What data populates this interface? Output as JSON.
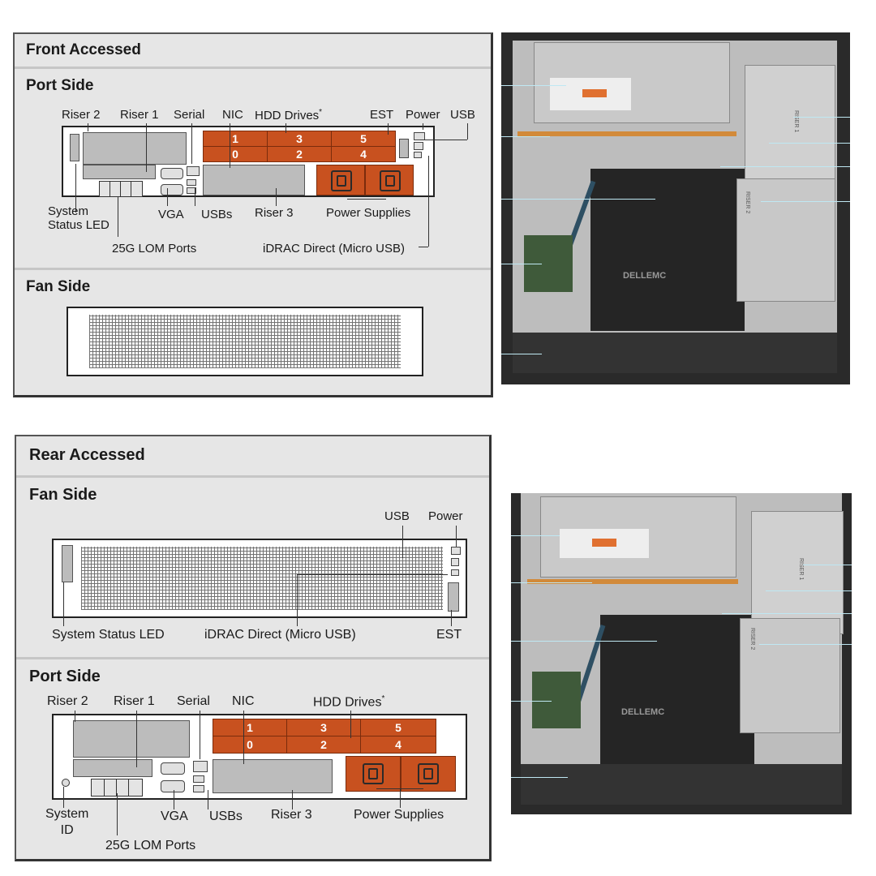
{
  "front": {
    "title": "Front Accessed",
    "port_side": {
      "title": "Port Side",
      "labels": {
        "riser2": "Riser 2",
        "riser1": "Riser 1",
        "serial": "Serial",
        "nic": "NIC",
        "hdd": "HDD Drives",
        "hdd_note": "*",
        "est": "EST",
        "power": "Power",
        "usb": "USB",
        "system_status_led": "System\nStatus LED",
        "vga": "VGA",
        "usbs": "USBs",
        "riser3": "Riser 3",
        "power_supplies": "Power Supplies",
        "lom": "25G LOM Ports",
        "idrac": "iDRAC Direct (Micro USB)"
      },
      "drive_bays": [
        "1",
        "3",
        "5",
        "0",
        "2",
        "4"
      ]
    },
    "fan_side": {
      "title": "Fan Side"
    }
  },
  "rear": {
    "title": "Rear Accessed",
    "fan_side": {
      "title": "Fan Side",
      "labels": {
        "usb": "USB",
        "power": "Power",
        "system_status_led": "System Status LED",
        "idrac": "iDRAC Direct (Micro USB)",
        "est": "EST"
      }
    },
    "port_side": {
      "title": "Port Side",
      "labels": {
        "riser2": "Riser 2",
        "riser1": "Riser 1",
        "serial": "Serial",
        "nic": "NIC",
        "hdd": "HDD Drives",
        "hdd_note": "*",
        "system_id": "System\nID",
        "vga": "VGA",
        "usbs": "USBs",
        "riser3": "Riser 3",
        "power_supplies": "Power Supplies",
        "lom": "25G LOM Ports"
      },
      "drive_bays": [
        "1",
        "3",
        "5",
        "0",
        "2",
        "4"
      ]
    }
  },
  "photo": {
    "brand_text": "DELLEMC",
    "riser1_text": "RISER 1",
    "riser2_text": "RISER 2"
  }
}
